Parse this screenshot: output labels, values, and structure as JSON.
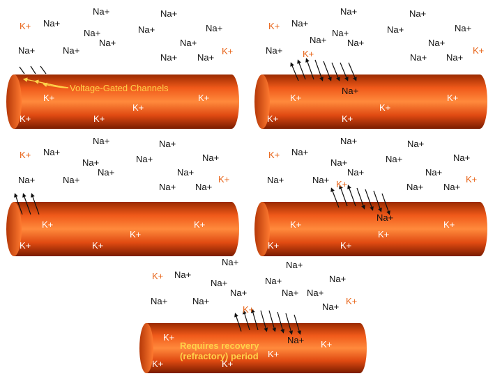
{
  "colors": {
    "axon_dark": "#7a1c00",
    "axon_mid": "#e04a12",
    "axon_light": "#ff8a3c",
    "sodium_text": "#111111",
    "potassium_outside": "#e8651a",
    "potassium_inside": "#ffffff",
    "annotation": "#ffd24a"
  },
  "labels": {
    "sodium": "Na+",
    "potassium": "K+",
    "channels": "Voltage-Gated Channels",
    "recovery_line1": "Requires recovery",
    "recovery_line2": "(refractory) period"
  },
  "panels": [
    {
      "id": "panel-top-left",
      "stage": "resting"
    },
    {
      "id": "panel-top-right",
      "stage": "sodium-influx"
    },
    {
      "id": "panel-middle-left",
      "stage": "resting-after"
    },
    {
      "id": "panel-middle-right",
      "stage": "propagation"
    },
    {
      "id": "panel-bottom",
      "stage": "refractory"
    }
  ]
}
